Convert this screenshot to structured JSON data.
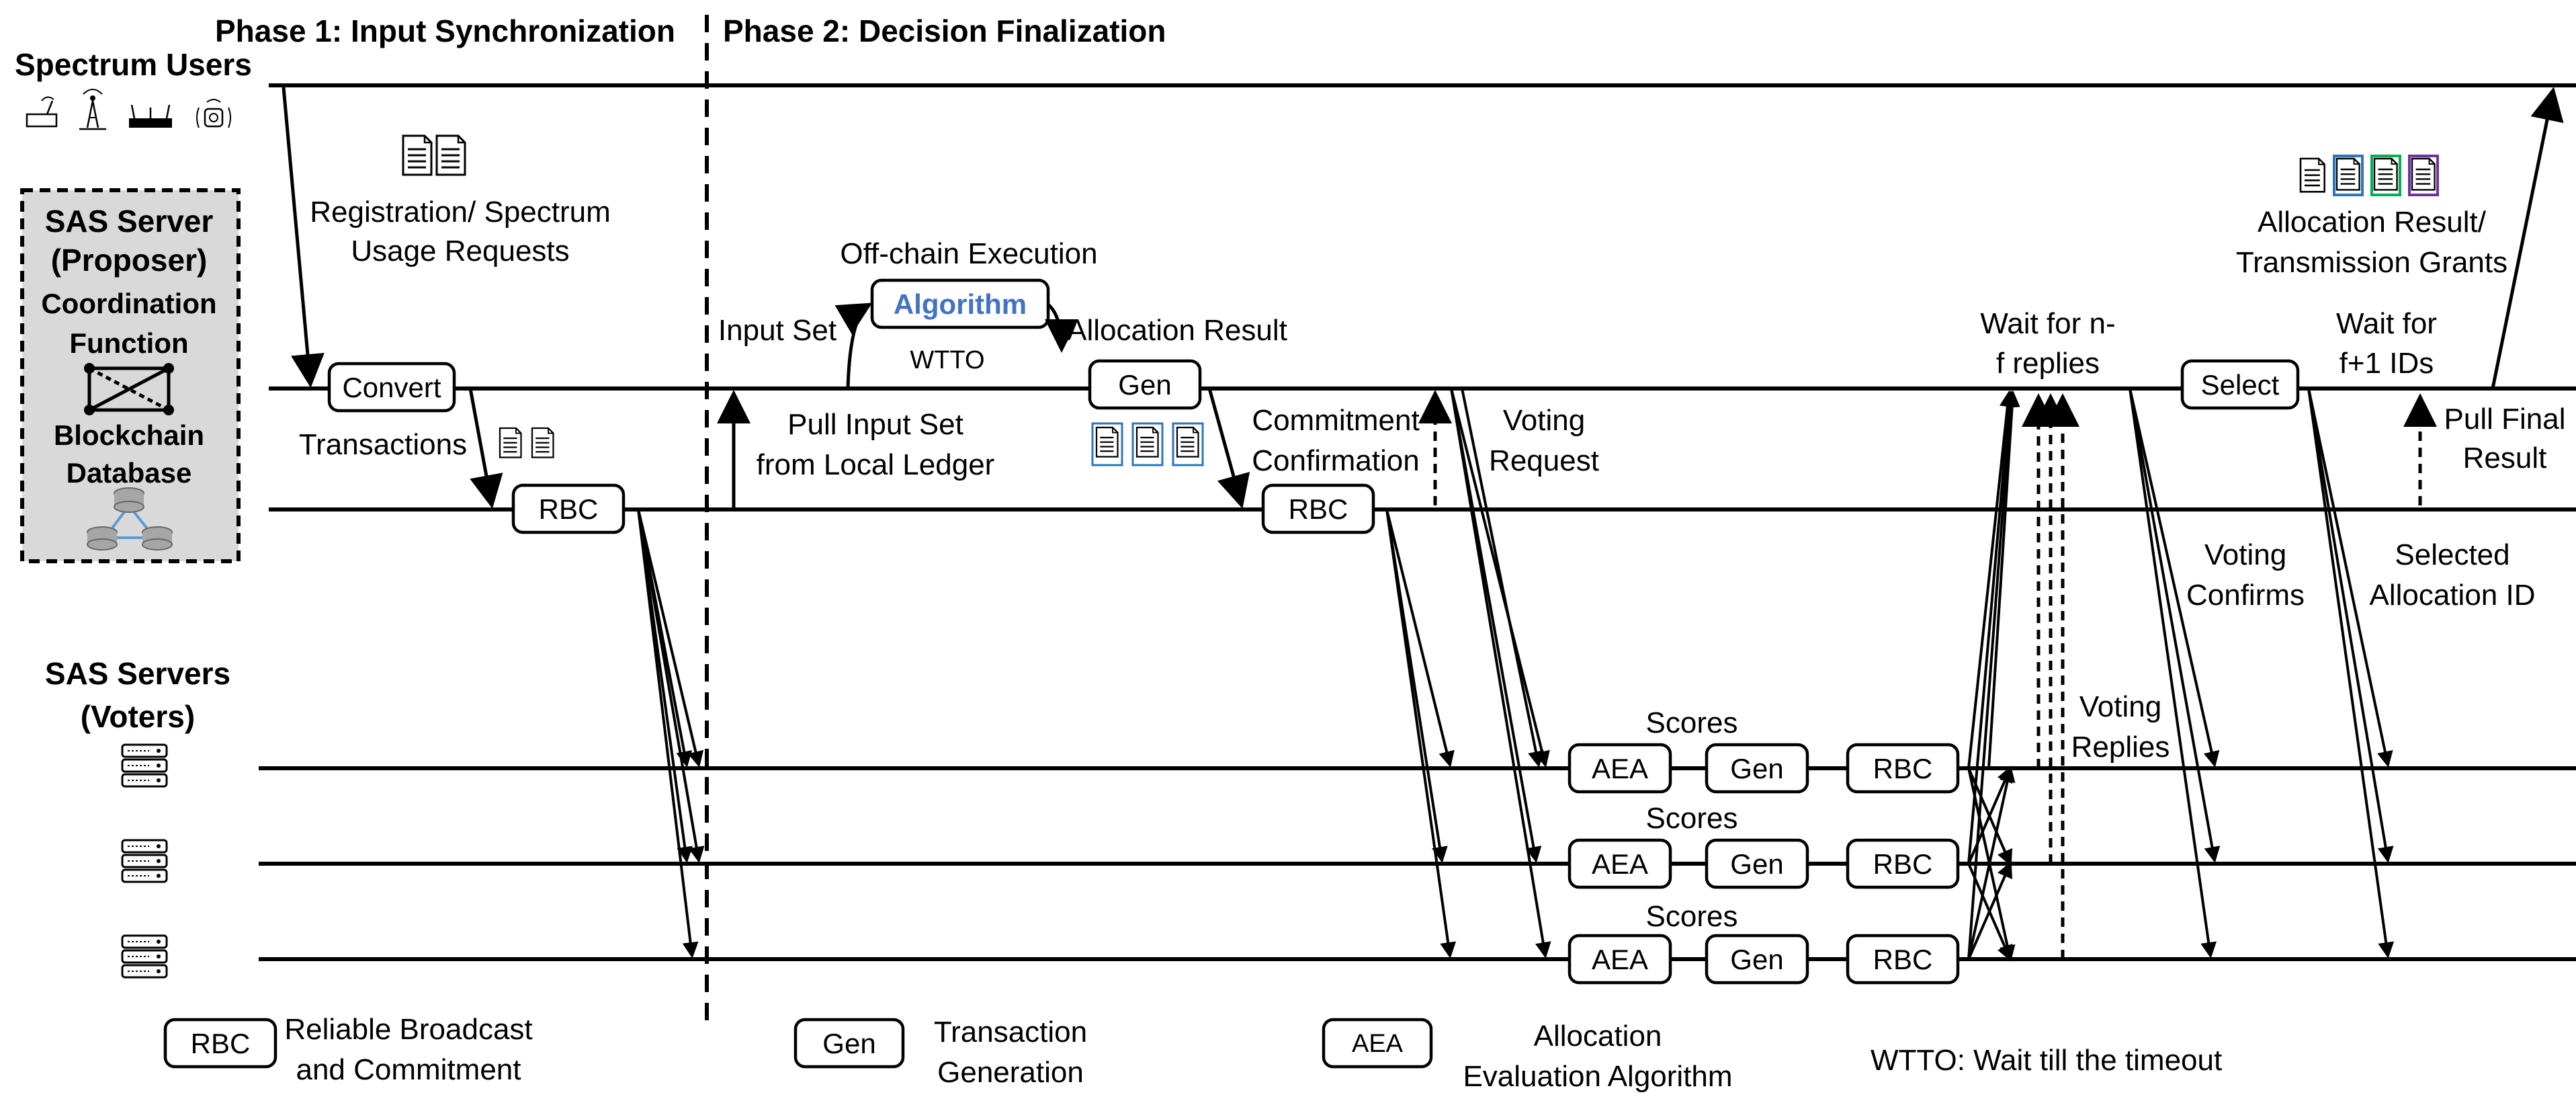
{
  "phases": {
    "phase1": "Phase 1: Input Synchronization",
    "phase2": "Phase 2: Decision Finalization"
  },
  "actors": {
    "users": "Spectrum Users",
    "proposer": [
      "SAS Server",
      "(Proposer)"
    ],
    "coord": [
      "Coordination",
      "Function"
    ],
    "blockchain": [
      "Blockchain",
      "Database"
    ],
    "voters": [
      "SAS Servers",
      "(Voters)"
    ]
  },
  "boxes": {
    "convert": "Convert",
    "rbc": "RBC",
    "algorithm": "Algorithm",
    "gen": "Gen",
    "select": "Select",
    "aea": "AEA"
  },
  "labels": {
    "registration": [
      "Registration/ Spectrum",
      "Usage Requests"
    ],
    "transactions": "Transactions",
    "offchain": "Off-chain Execution",
    "input_set": "Input Set",
    "wtto": "WTTO",
    "allocation_result": "Allocation Result",
    "pull_input": [
      "Pull Input Set",
      "from Local Ledger"
    ],
    "commitment": [
      "Commitment",
      "Confirmation"
    ],
    "voting_request": [
      "Voting",
      "Request"
    ],
    "scores": "Scores",
    "wait_n": [
      "Wait for n-",
      "f replies"
    ],
    "voting_replies": [
      "Voting",
      "Replies"
    ],
    "voting_confirms": [
      "Voting",
      "Confirms"
    ],
    "wait_f": [
      "Wait for",
      "f+1 IDs"
    ],
    "selected_id": [
      "Selected",
      "Allocation ID"
    ],
    "pull_final": [
      "Pull Final",
      "Result"
    ],
    "grants": [
      "Allocation Result/",
      "Transmission Grants"
    ]
  },
  "legend": {
    "rbc_box": "RBC",
    "rbc_desc": [
      "Reliable Broadcast",
      "and Commitment"
    ],
    "gen_box": "Gen",
    "gen_desc": [
      "Transaction",
      "Generation"
    ],
    "aea_box": "AEA",
    "aea_desc": [
      "Allocation",
      "Evaluation Algorithm"
    ],
    "wtto_desc": "WTTO: Wait till the timeout"
  },
  "colors": {
    "algorithm_text": "#4472C4",
    "doc_blue": "#2E75B6",
    "doc_green": "#00B050",
    "doc_purple": "#7030A0",
    "db_blue": "#5B9BD5",
    "proposer_fill": "#D9D9D9"
  }
}
